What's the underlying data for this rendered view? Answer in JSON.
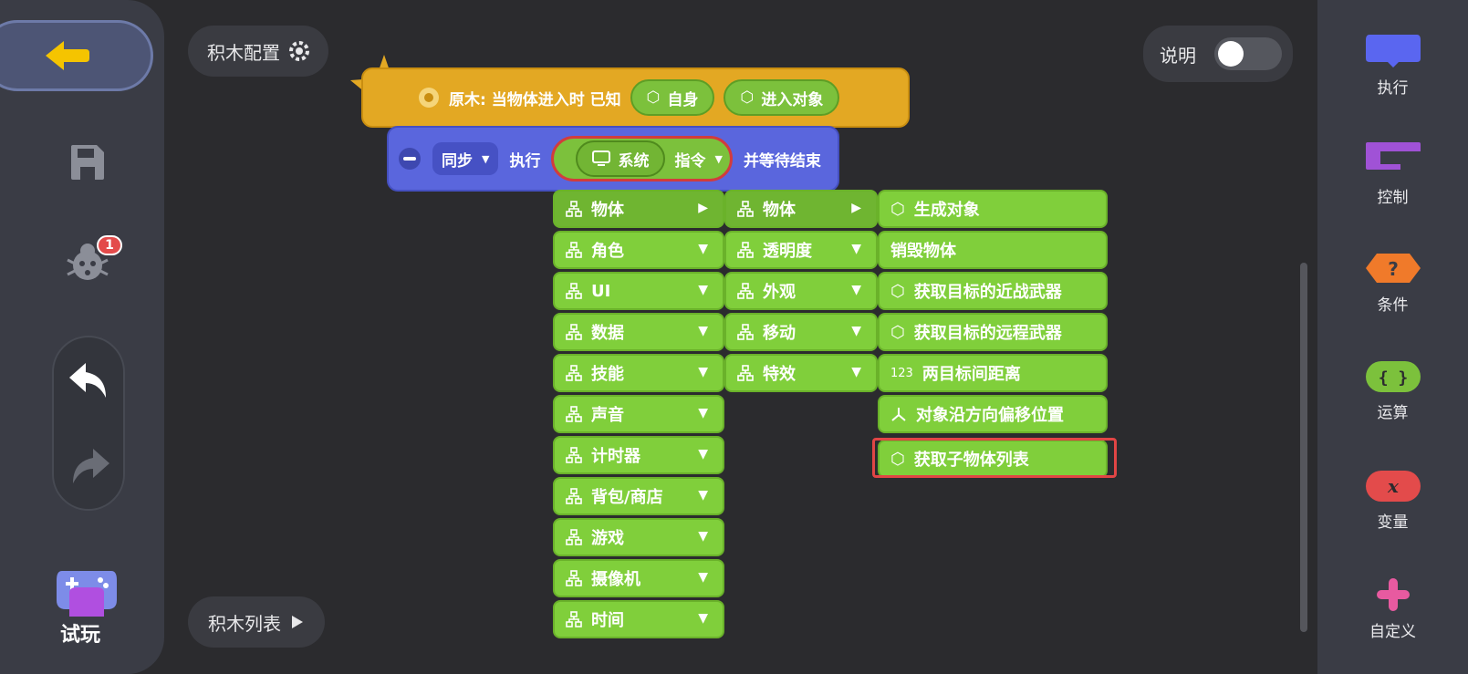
{
  "left": {
    "try_label": "试玩",
    "debug_badge": "1",
    "icons": [
      "back-arrow-icon",
      "save-icon",
      "bug-icon",
      "undo-icon",
      "redo-icon",
      "gamepad-icon"
    ]
  },
  "top": {
    "config_label": "积木配置",
    "list_label": "积木列表",
    "help_label": "说明"
  },
  "event_block": {
    "title": "原木: 当物体进入时 已知",
    "chip1": "自身",
    "chip2": "进入对象"
  },
  "exec_block": {
    "mode": "同步",
    "exec": "执行",
    "system": "系统",
    "command": "指令",
    "suffix": "并等待结束"
  },
  "menu1": [
    "物体",
    "角色",
    "UI",
    "数据",
    "技能",
    "声音",
    "计时器",
    "背包/商店",
    "游戏",
    "摄像机",
    "时间"
  ],
  "menu2": [
    "物体",
    "透明度",
    "外观",
    "移动",
    "特效"
  ],
  "menu3": [
    {
      "label": "生成对象",
      "icon": "cube-icon"
    },
    {
      "label": "销毁物体",
      "icon": ""
    },
    {
      "label": "获取目标的近战武器",
      "icon": "cube-icon"
    },
    {
      "label": "获取目标的远程武器",
      "icon": "cube-icon"
    },
    {
      "label": "两目标间距离",
      "icon": "123"
    },
    {
      "label": "对象沿方向偏移位置",
      "icon": "axis-icon"
    },
    {
      "label": "获取子物体列表",
      "icon": "cube-icon"
    }
  ],
  "categories": [
    {
      "label": "执行",
      "color": "#5a66f0"
    },
    {
      "label": "控制",
      "color": "#a052d6"
    },
    {
      "label": "条件",
      "color": "#f07a2a"
    },
    {
      "label": "运算",
      "color": "#7cc13c"
    },
    {
      "label": "变量",
      "color": "#e34b4b"
    },
    {
      "label": "自定义",
      "color": "#e85aa0"
    }
  ]
}
